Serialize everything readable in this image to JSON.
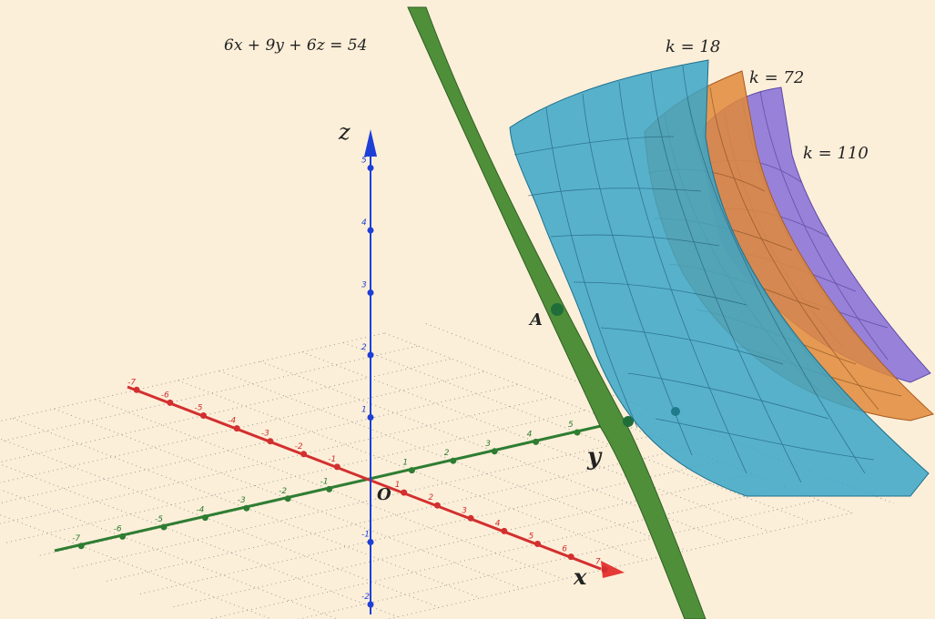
{
  "equation": "6x + 9y + 6z = 54",
  "surface_labels": {
    "k18": "k = 18",
    "k72": "k = 72",
    "k110": "k = 110"
  },
  "axis_labels": {
    "x": "x",
    "y": "y",
    "z": "z",
    "origin": "O"
  },
  "point_label": "A",
  "colors": {
    "background": "#fcefd9",
    "x_axis": "#d32f2f",
    "y_axis": "#2e7d32",
    "z_axis": "#1e3fd6",
    "plane": "#4f8f3a",
    "surface_k18": "#3aa6c8",
    "surface_k72": "#e08a3a",
    "surface_k110": "#8a72d8"
  },
  "x_ticks": [
    "1",
    "2",
    "3",
    "4",
    "5",
    "6",
    "7"
  ],
  "x_neg_ticks": [
    "-1",
    "-2",
    "-3",
    "-4",
    "-5",
    "-6",
    "-7"
  ],
  "y_ticks": [
    "1",
    "2",
    "3",
    "4",
    "5"
  ],
  "y_neg_ticks": [
    "-1",
    "-2",
    "-3",
    "-4",
    "-5",
    "-6",
    "-7"
  ],
  "z_ticks": [
    "1",
    "2",
    "3",
    "4",
    "5"
  ],
  "z_neg_ticks": [
    "-1",
    "-2"
  ]
}
